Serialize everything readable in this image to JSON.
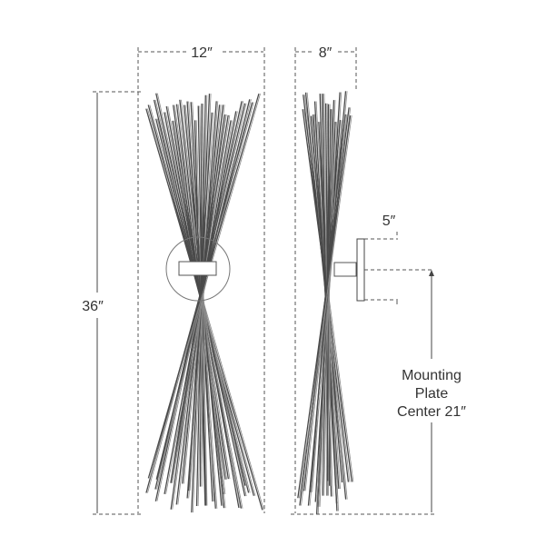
{
  "dimensions": {
    "width_front": "12″",
    "depth_side": "8″",
    "height": "36″",
    "plate_height": "5″",
    "mounting_line1": "Mounting",
    "mounting_line2": "Plate",
    "mounting_line3": "Center 21″"
  },
  "colors": {
    "line": "#444444",
    "background": "#ffffff"
  }
}
